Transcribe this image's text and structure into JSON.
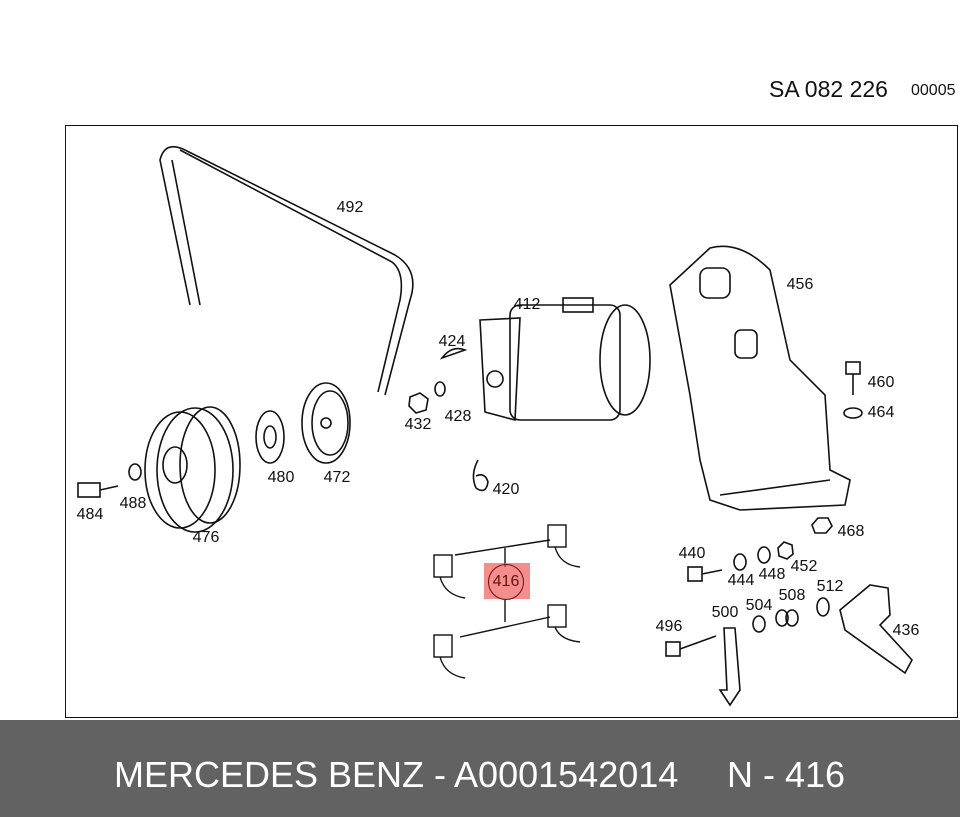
{
  "header": {
    "diagram_code": "SA 082 226",
    "sequence": "00005"
  },
  "highlight": {
    "part": "416",
    "color": "#f05050"
  },
  "labels": [
    "492",
    "412",
    "424",
    "432",
    "428",
    "456",
    "460",
    "464",
    "420",
    "480",
    "472",
    "484",
    "488",
    "476",
    "468",
    "416",
    "440",
    "444",
    "448",
    "452",
    "512",
    "500",
    "504",
    "508",
    "496",
    "436"
  ],
  "footer": {
    "brand_part": "MERCEDES BENZ - A0001542014",
    "position": "N - 416"
  }
}
